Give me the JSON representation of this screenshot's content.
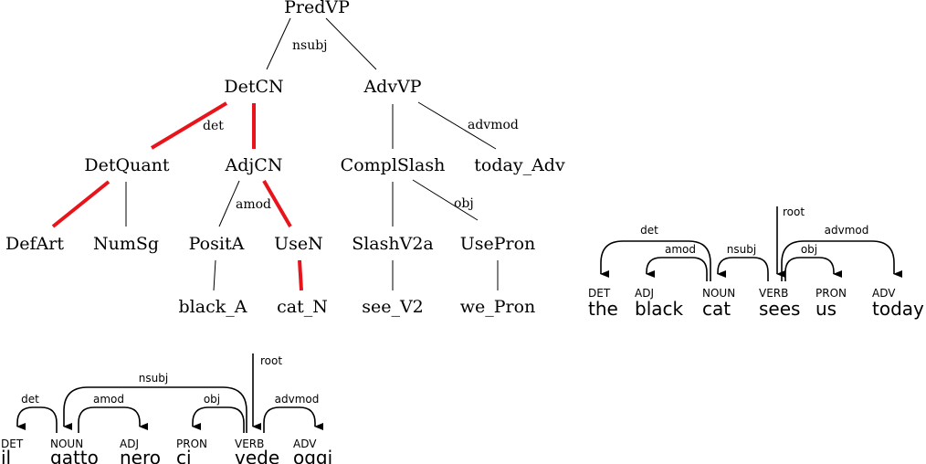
{
  "tree": {
    "nodes": [
      "PredVP",
      "DetCN",
      "AdvVP",
      "DetQuant",
      "AdjCN",
      "ComplSlash",
      "today_Adv",
      "DefArt",
      "NumSg",
      "PositA",
      "UseN",
      "SlashV2a",
      "UsePron",
      "black_A",
      "cat_N",
      "see_V2",
      "we_Pron"
    ],
    "edge_labels": [
      "nsubj",
      "det",
      "advmod",
      "amod",
      "obj"
    ],
    "highlight_color": "#e8141c"
  },
  "english": {
    "root_label": "root",
    "tokens": [
      {
        "pos": "DET",
        "word": "the"
      },
      {
        "pos": "ADJ",
        "word": "black"
      },
      {
        "pos": "NOUN",
        "word": "cat"
      },
      {
        "pos": "VERB",
        "word": "sees"
      },
      {
        "pos": "PRON",
        "word": "us"
      },
      {
        "pos": "ADV",
        "word": "today"
      }
    ],
    "arcs": [
      {
        "head": 2,
        "dep": 0,
        "label": "det"
      },
      {
        "head": 2,
        "dep": 1,
        "label": "amod"
      },
      {
        "head": 3,
        "dep": 2,
        "label": "nsubj"
      },
      {
        "head": 3,
        "dep": 4,
        "label": "obj"
      },
      {
        "head": 3,
        "dep": 5,
        "label": "advmod"
      }
    ]
  },
  "italian": {
    "root_label": "root",
    "tokens": [
      {
        "pos": "DET",
        "word": "il"
      },
      {
        "pos": "NOUN",
        "word": "gatto"
      },
      {
        "pos": "ADJ",
        "word": "nero"
      },
      {
        "pos": "PRON",
        "word": "ci"
      },
      {
        "pos": "VERB",
        "word": "vede"
      },
      {
        "pos": "ADV",
        "word": "oggi"
      }
    ],
    "arcs": [
      {
        "head": 1,
        "dep": 0,
        "label": "det"
      },
      {
        "head": 4,
        "dep": 1,
        "label": "nsubj"
      },
      {
        "head": 1,
        "dep": 2,
        "label": "amod"
      },
      {
        "head": 4,
        "dep": 3,
        "label": "obj"
      },
      {
        "head": 4,
        "dep": 5,
        "label": "advmod"
      }
    ]
  }
}
